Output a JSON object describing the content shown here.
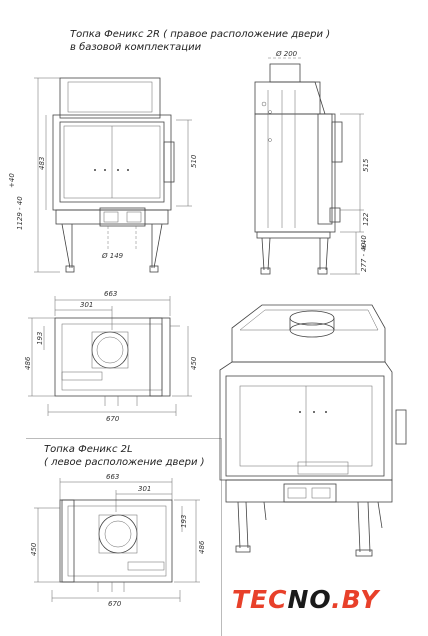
{
  "titles": {
    "right_door_line1": "Топка Феникс 2R ( правое расположение двери )",
    "right_door_line2": "в базовой комплектации",
    "left_door_line1": "Топка Феникс 2L",
    "left_door_line2": "( левое расположение двери )"
  },
  "dims": {
    "front_height_total": "1129 - 40",
    "front_height_plus": "+40",
    "front_height_body": "483",
    "front_height_door": "510",
    "front_pipe": "Ø 149",
    "side_flue": "Ø 200",
    "side_515": "515",
    "side_122": "122",
    "side_legs": "277 - 40",
    "side_legs_plus": "+40",
    "top_width": "663",
    "top_offset": "301",
    "top_193": "193",
    "top_486": "486",
    "top_450": "450",
    "top_670": "670",
    "l_width": "663",
    "l_offset": "301",
    "l_193": "193",
    "l_486": "486",
    "l_450": "450",
    "l_670": "670"
  },
  "brand": {
    "part1": "TEC",
    "part2": "NO",
    "part3": ".BY",
    "accent_color": "#e8402a",
    "dark_color": "#1a1a1a"
  }
}
